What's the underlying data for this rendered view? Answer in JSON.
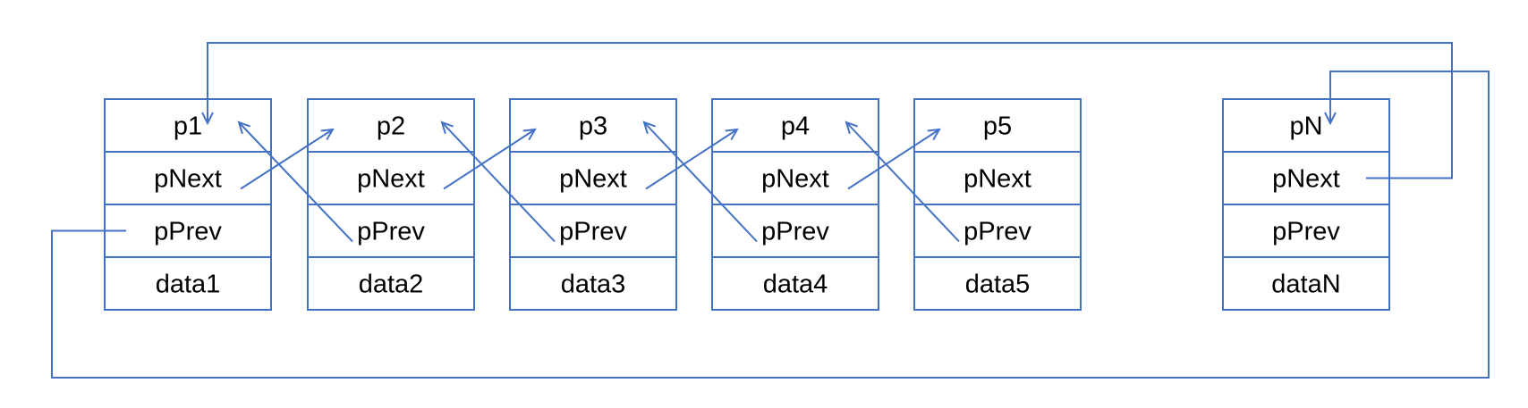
{
  "diagram": {
    "type": "doubly-circular-linked-list",
    "line_color": "#4472c4",
    "nodes": [
      {
        "id": "p1",
        "fields": [
          "p1",
          "pNext",
          "pPrev",
          "data1"
        ]
      },
      {
        "id": "p2",
        "fields": [
          "p2",
          "pNext",
          "pPrev",
          "data2"
        ]
      },
      {
        "id": "p3",
        "fields": [
          "p3",
          "pNext",
          "pPrev",
          "data3"
        ]
      },
      {
        "id": "p4",
        "fields": [
          "p4",
          "pNext",
          "pPrev",
          "data4"
        ]
      },
      {
        "id": "p5",
        "fields": [
          "p5",
          "pNext",
          "pPrev",
          "data5"
        ]
      },
      {
        "id": "pN",
        "fields": [
          "pN",
          "pNext",
          "pPrev",
          "dataN"
        ]
      }
    ],
    "links": [
      {
        "from": "p1",
        "field": "pNext",
        "to": "p2"
      },
      {
        "from": "p2",
        "field": "pNext",
        "to": "p3"
      },
      {
        "from": "p3",
        "field": "pNext",
        "to": "p4"
      },
      {
        "from": "p4",
        "field": "pNext",
        "to": "p5"
      },
      {
        "from": "p2",
        "field": "pPrev",
        "to": "p1"
      },
      {
        "from": "p3",
        "field": "pPrev",
        "to": "p2"
      },
      {
        "from": "p4",
        "field": "pPrev",
        "to": "p3"
      },
      {
        "from": "p5",
        "field": "pPrev",
        "to": "p4"
      },
      {
        "from": "pN",
        "field": "pNext",
        "to": "p1"
      },
      {
        "from": "p1",
        "field": "pPrev",
        "to": "pN"
      }
    ]
  }
}
